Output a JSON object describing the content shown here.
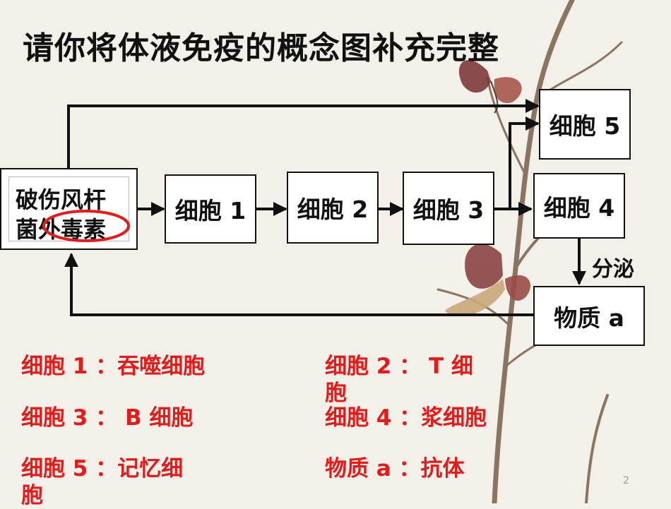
{
  "title": "请你将体液免疫的概念图补充完整",
  "source": {
    "line1": "破伤风杆",
    "line2": "菌外毒素"
  },
  "nodes": {
    "cell1": "细胞 1",
    "cell2": "细胞 2",
    "cell3": "细胞 3",
    "cell4": "细胞 4",
    "cell5": "细胞 5",
    "substance": "物质 a"
  },
  "edge_label_secrete": "分泌",
  "answers": {
    "a1": "细胞 1 ：吞噬细胞",
    "a2_line1": "细胞 2 ： T 细",
    "a2_line2": "胞",
    "a3": "细胞 3 ： B 细胞",
    "a4": "细胞 4 ：浆细胞",
    "a5_line1": "细胞 5 ：记忆细",
    "a5_line2": "胞",
    "a6": "物质 a ：抗体"
  },
  "page_number": "2",
  "colors": {
    "answer_red": "#e31b1b",
    "highlight_ellipse": "#e31b1b"
  }
}
